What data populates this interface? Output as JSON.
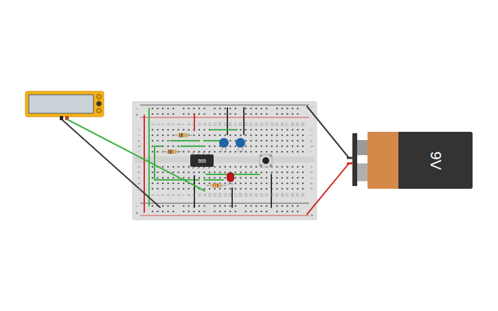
{
  "diagram": {
    "nodes": [
      {
        "text": [
          "555"
        ]
      },
      {
        "text": [
          "9V"
        ]
      }
    ],
    "labels": [
      "1",
      "2",
      "3",
      "4",
      "5",
      "6",
      "7",
      "8",
      "9",
      "10",
      "11",
      "12",
      "13",
      "14",
      "15",
      "16",
      "17",
      "18",
      "19",
      "20",
      "21",
      "22",
      "23",
      "24",
      "25",
      "26",
      "27",
      "28",
      "29",
      "30",
      "j",
      "i",
      "h",
      "g",
      "f",
      "e",
      "d",
      "c",
      "b",
      "a",
      "j",
      "i",
      "h",
      "g",
      "f",
      "e",
      "d",
      "c",
      "b",
      "a",
      "1",
      "2",
      "3",
      "4",
      "5",
      "6",
      "7",
      "8",
      "9",
      "10",
      "11",
      "12",
      "13",
      "14",
      "15",
      "16",
      "17",
      "18",
      "19",
      "20",
      "21",
      "22",
      "23",
      "24",
      "25",
      "26",
      "27",
      "28",
      "29",
      "30",
      "-",
      "+",
      "-",
      "-",
      "+",
      "+"
    ]
  }
}
